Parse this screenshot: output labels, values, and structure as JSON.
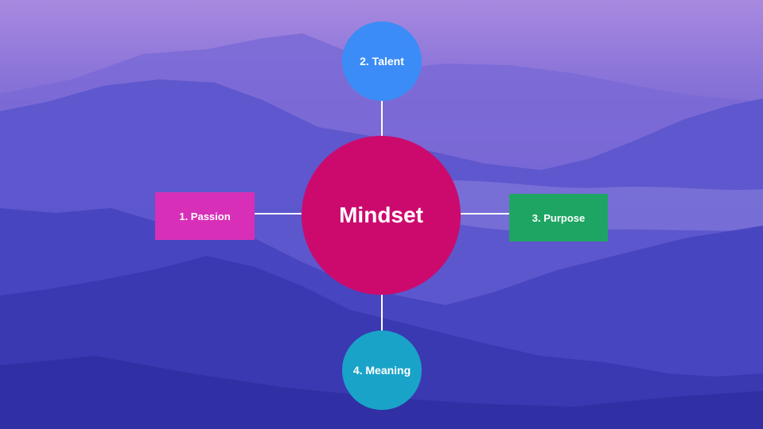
{
  "diagram": {
    "center": {
      "label": "Mindset",
      "color": "#cc0a6e"
    },
    "nodes": [
      {
        "id": "passion",
        "label": "1. Passion",
        "shape": "rectangle",
        "color": "#d72fb8"
      },
      {
        "id": "talent",
        "label": "2. Talent",
        "shape": "circle",
        "color": "#3b8cf6"
      },
      {
        "id": "purpose",
        "label": "3. Purpose",
        "shape": "rectangle",
        "color": "#1fa563"
      },
      {
        "id": "meaning",
        "label": "4. Meaning",
        "shape": "circle",
        "color": "#1aa3c9"
      }
    ],
    "connector_color": "#ffffff"
  }
}
